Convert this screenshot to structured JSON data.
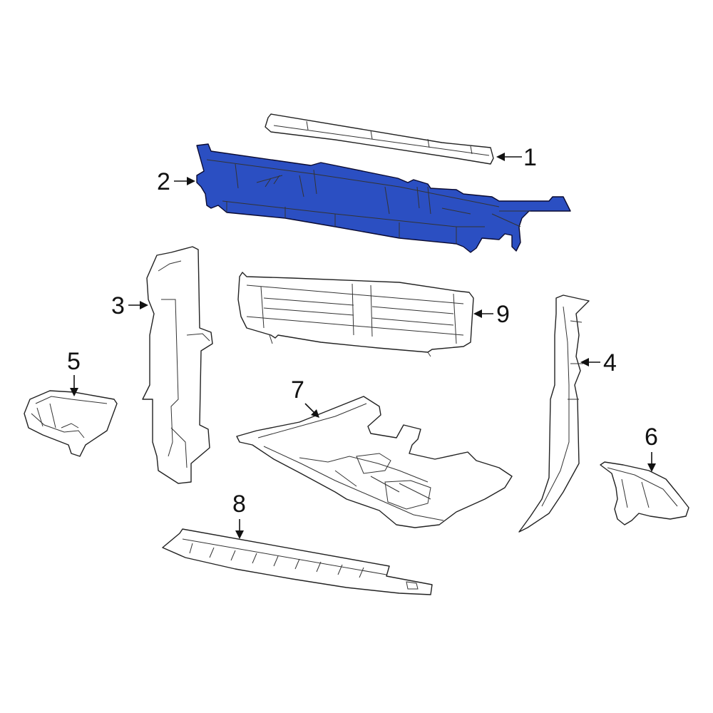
{
  "diagram": {
    "highlight_color": "#2b4fc2",
    "callouts": [
      {
        "number": "1"
      },
      {
        "number": "2"
      },
      {
        "number": "3"
      },
      {
        "number": "4"
      },
      {
        "number": "5"
      },
      {
        "number": "6"
      },
      {
        "number": "7"
      },
      {
        "number": "8"
      },
      {
        "number": "9"
      }
    ]
  }
}
